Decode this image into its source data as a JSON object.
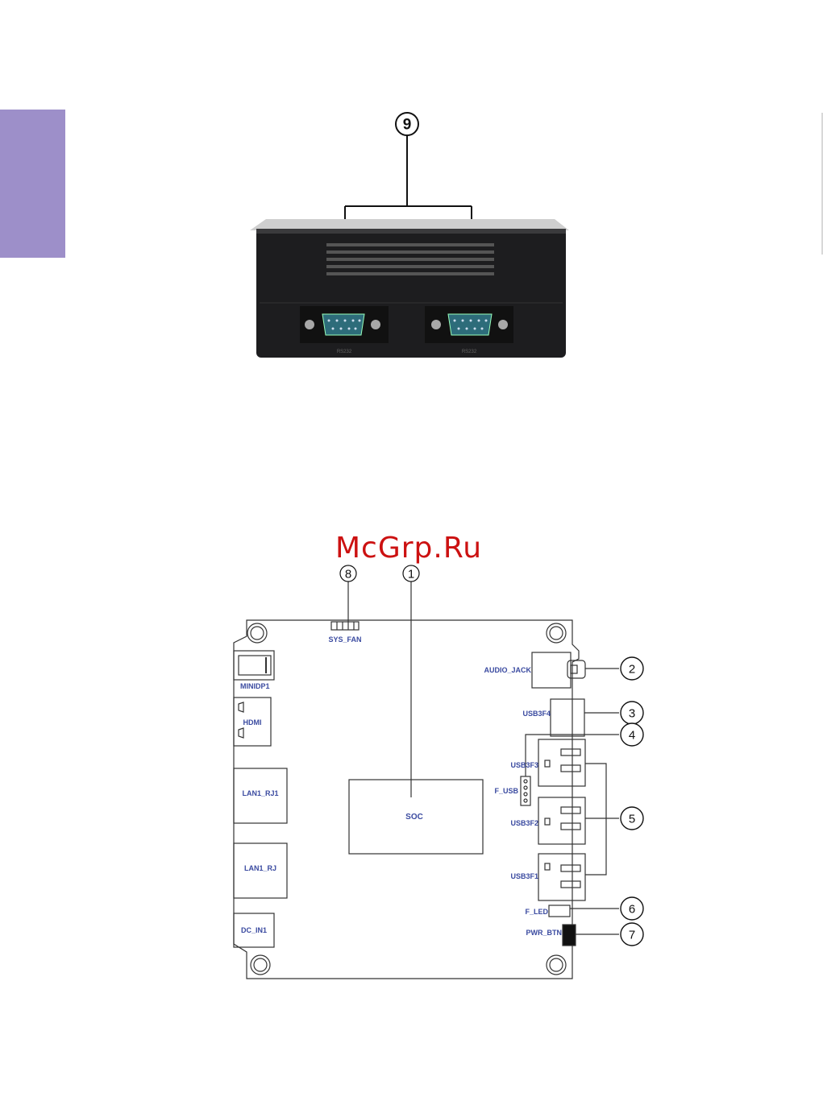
{
  "device_view": {
    "callout": "9",
    "port_labels": [
      "RS232",
      "RS232"
    ]
  },
  "board_view": {
    "watermark": "McGrp.Ru",
    "callouts": [
      "1",
      "2",
      "3",
      "4",
      "5",
      "6",
      "7",
      "8"
    ],
    "labels": {
      "sys_fan": "SYS_FAN",
      "minidp": "MINIDP1",
      "hdmi": "HDMI",
      "lan1": "LAN1_RJ1",
      "lan2": "LAN1_RJ",
      "dc_in": "DC_IN1",
      "soc": "SOC",
      "audio_jack": "AUDIO_JACK",
      "usb3f4": "USB3F4",
      "usb3f3": "USB3F3",
      "f_usb": "F_USB",
      "usb3f2": "USB3F2",
      "usb3f1": "USB3F1",
      "f_led": "F_LED",
      "pwr_btn": "PWR_BTN"
    }
  },
  "colors": {
    "side_tab": "#9d8fc9",
    "label_blue": "#3a4aa0",
    "watermark": "#cc1111"
  }
}
